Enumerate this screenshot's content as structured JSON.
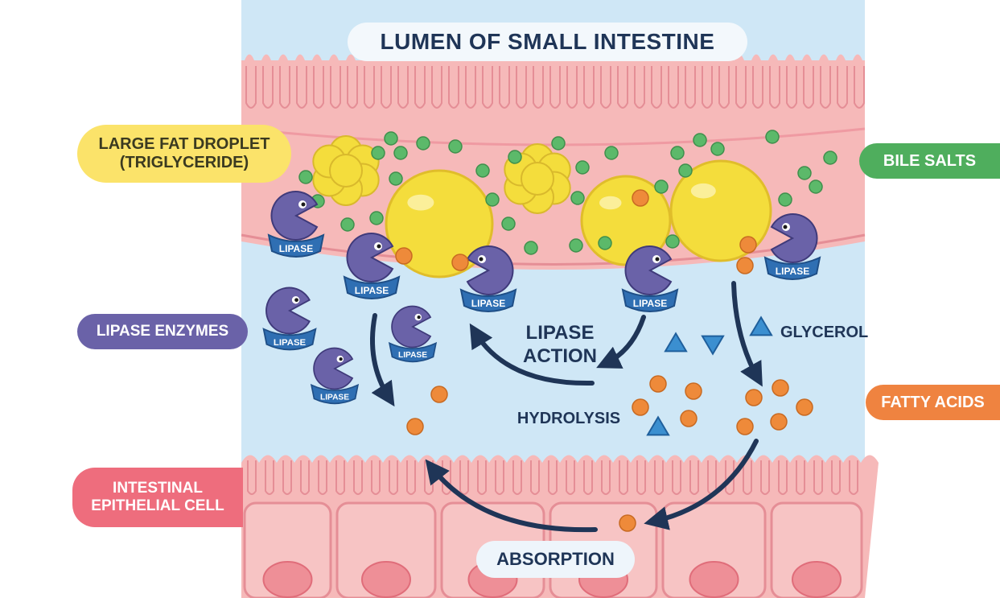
{
  "title": "LUMEN OF SMALL INTESTINE",
  "labels": {
    "fat_droplet": "LARGE FAT DROPLET\n(TRIGLYCERIDE)",
    "lipase_enzymes": "LIPASE ENZYMES",
    "epithelial_cell": "INTESTINAL\nEPITHELIAL CELL",
    "bile_salts": "BILE SALTS",
    "fatty_acids": "FATTY ACIDS",
    "glycerol": "GLYCEROL",
    "lipase_action": "LIPASE\nACTION",
    "hydrolysis": "HYDROLYSIS",
    "absorption": "ABSORPTION",
    "lipase_tag": "LIPASE"
  },
  "colors": {
    "lumen": "#cfe7f6",
    "epithelium": "#f6b9b9",
    "fat": "#f4dd3c",
    "bile": "#5cb96a",
    "lipase": "#6a62a8",
    "lipase_tag": "#2f6fb3",
    "fatty_acid": "#ee8a3a",
    "glycerol": "#3b8fd0",
    "arrow": "#1f3557",
    "label_fat": "#fbe36a",
    "label_lipase": "#6a62a8",
    "label_cell": "#ee6d7d",
    "label_bile": "#4fae5d",
    "label_fatty": "#ef8340"
  }
}
